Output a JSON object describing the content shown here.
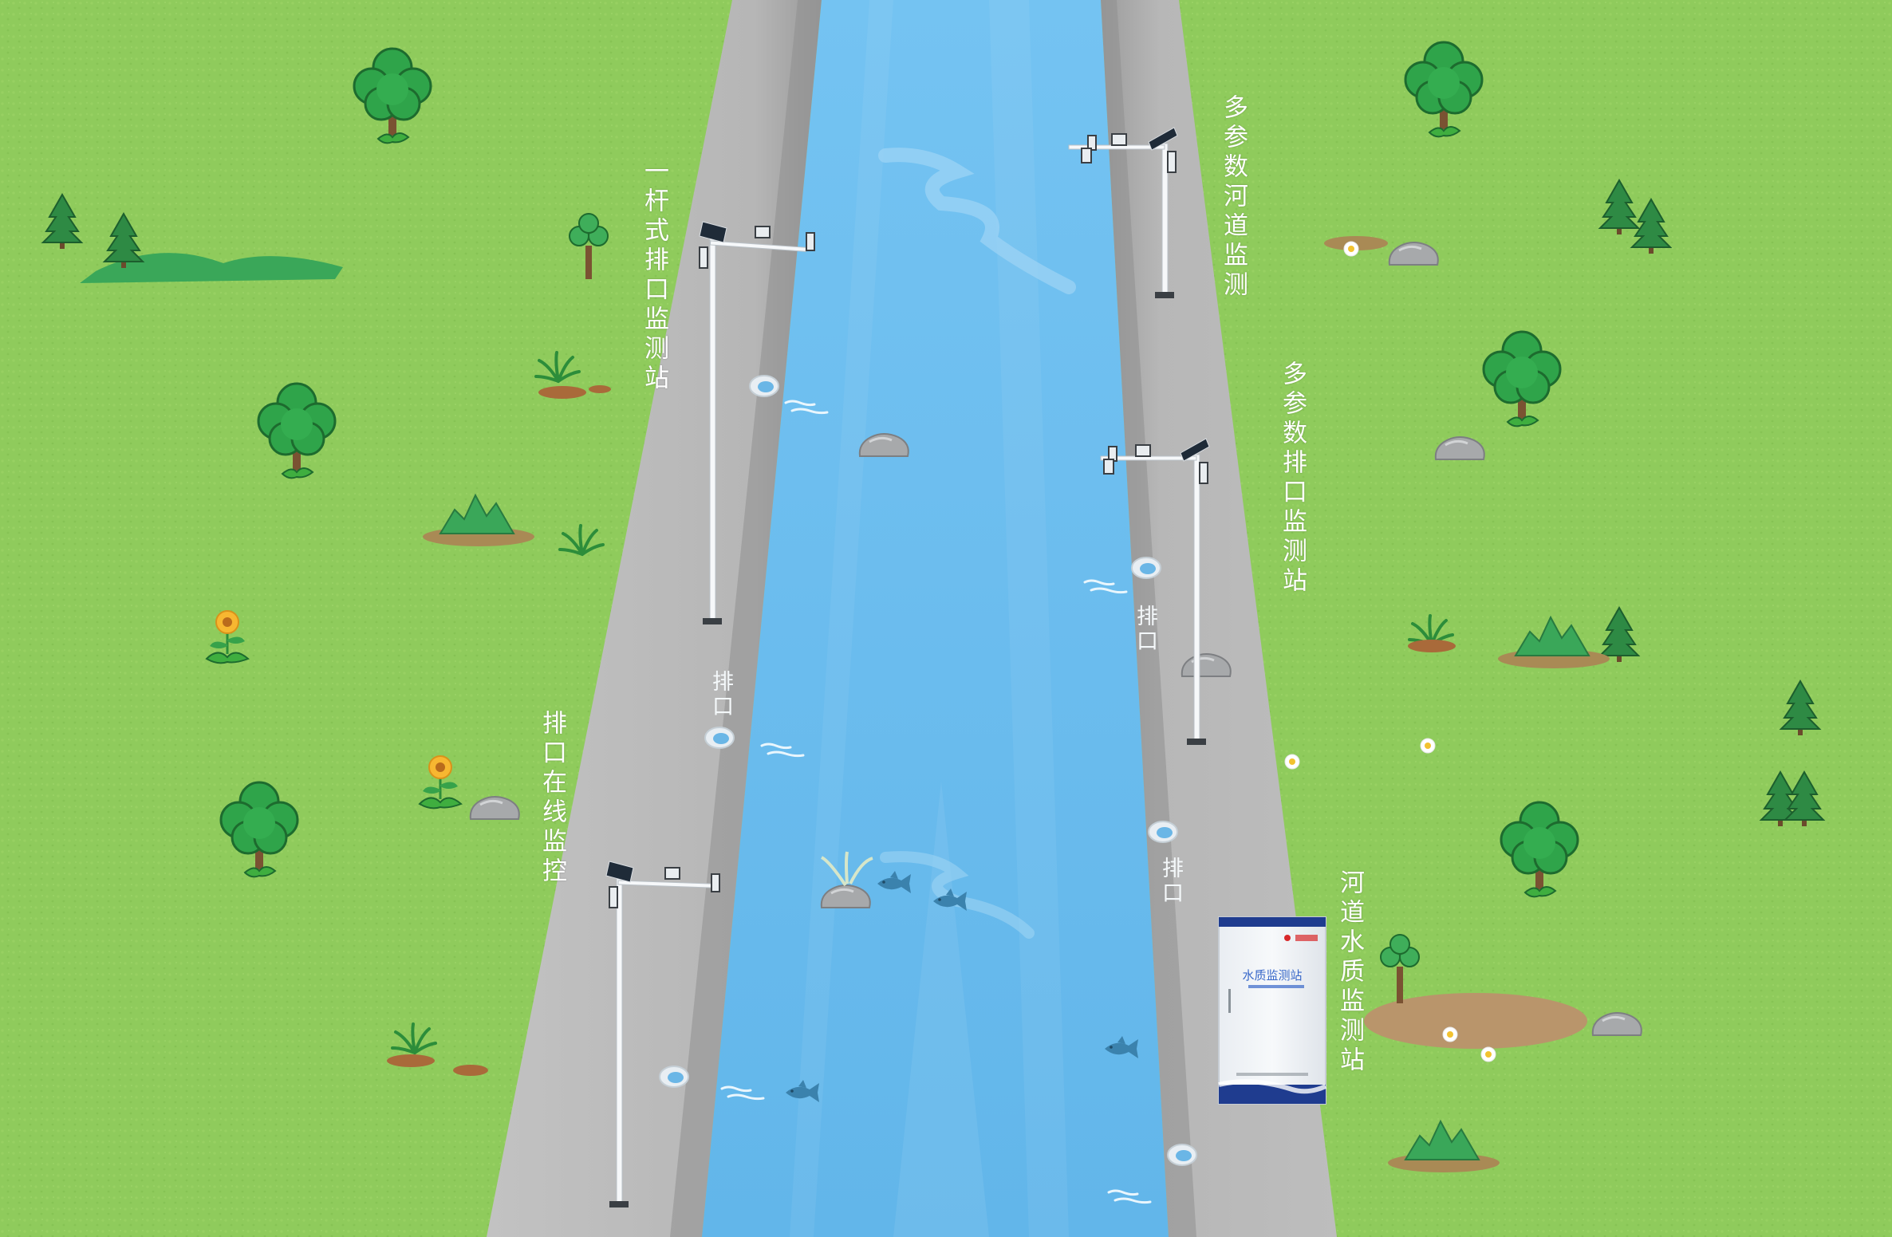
{
  "labels": {
    "one_pole_station": "一杆式排口监测站",
    "multi_param_river": "多参数河道监测",
    "multi_param_outlet_station": "多参数排口监测站",
    "outlet_online_monitor": "排口在线监控",
    "river_water_quality_station": "河道水质监测站"
  },
  "outlets": {
    "left_upper": "排口",
    "right_upper": "排口",
    "right_lower": "排口"
  },
  "cabinet": {
    "title": "水质监测站"
  },
  "colors": {
    "grass": "#8fcb5c",
    "bank_left": "#b8b8b8",
    "bank_right": "#b5b5b5",
    "water": "#6cbcee",
    "text": "#ffffff"
  }
}
